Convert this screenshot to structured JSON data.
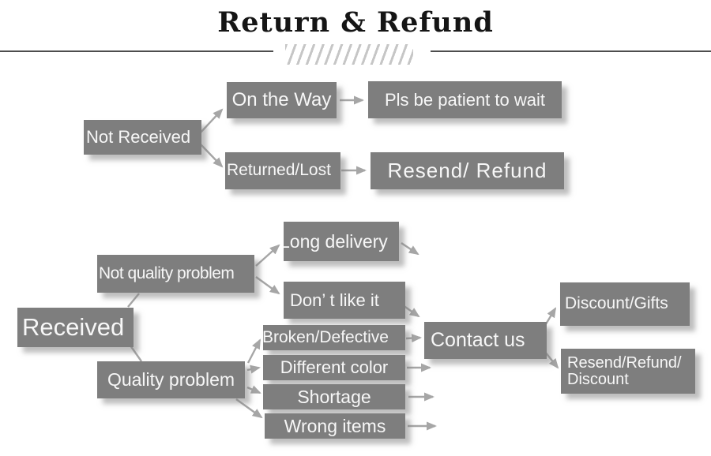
{
  "title": "Return & Refund",
  "colors": {
    "box": "#7e7e7e",
    "box_text": "#f7f7f7",
    "arrow": "#a6a6a6",
    "title": "#151515",
    "rule": "#4d4d4d",
    "hatch": "#c6c6c6"
  },
  "nodes": {
    "not_received": "Not Received",
    "on_the_way": "On the Way",
    "pls_wait": "Pls be patient to wait",
    "returned_lost": "Returned/Lost",
    "resend_refund": "Resend/ Refund",
    "received": "Received",
    "not_quality": "Not quality problem",
    "long_delivery": "Long delivery",
    "dont_like": "Don’ t like it",
    "quality": "Quality problem",
    "broken": "Broken/Defective",
    "different_color": "Different color",
    "shortage": "Shortage",
    "wrong_items": "Wrong items",
    "contact": "Contact us",
    "discount_gifts": "Discount/Gifts",
    "resend_discount_line1": "Resend/Refund/",
    "resend_discount_line2": "Discount"
  }
}
